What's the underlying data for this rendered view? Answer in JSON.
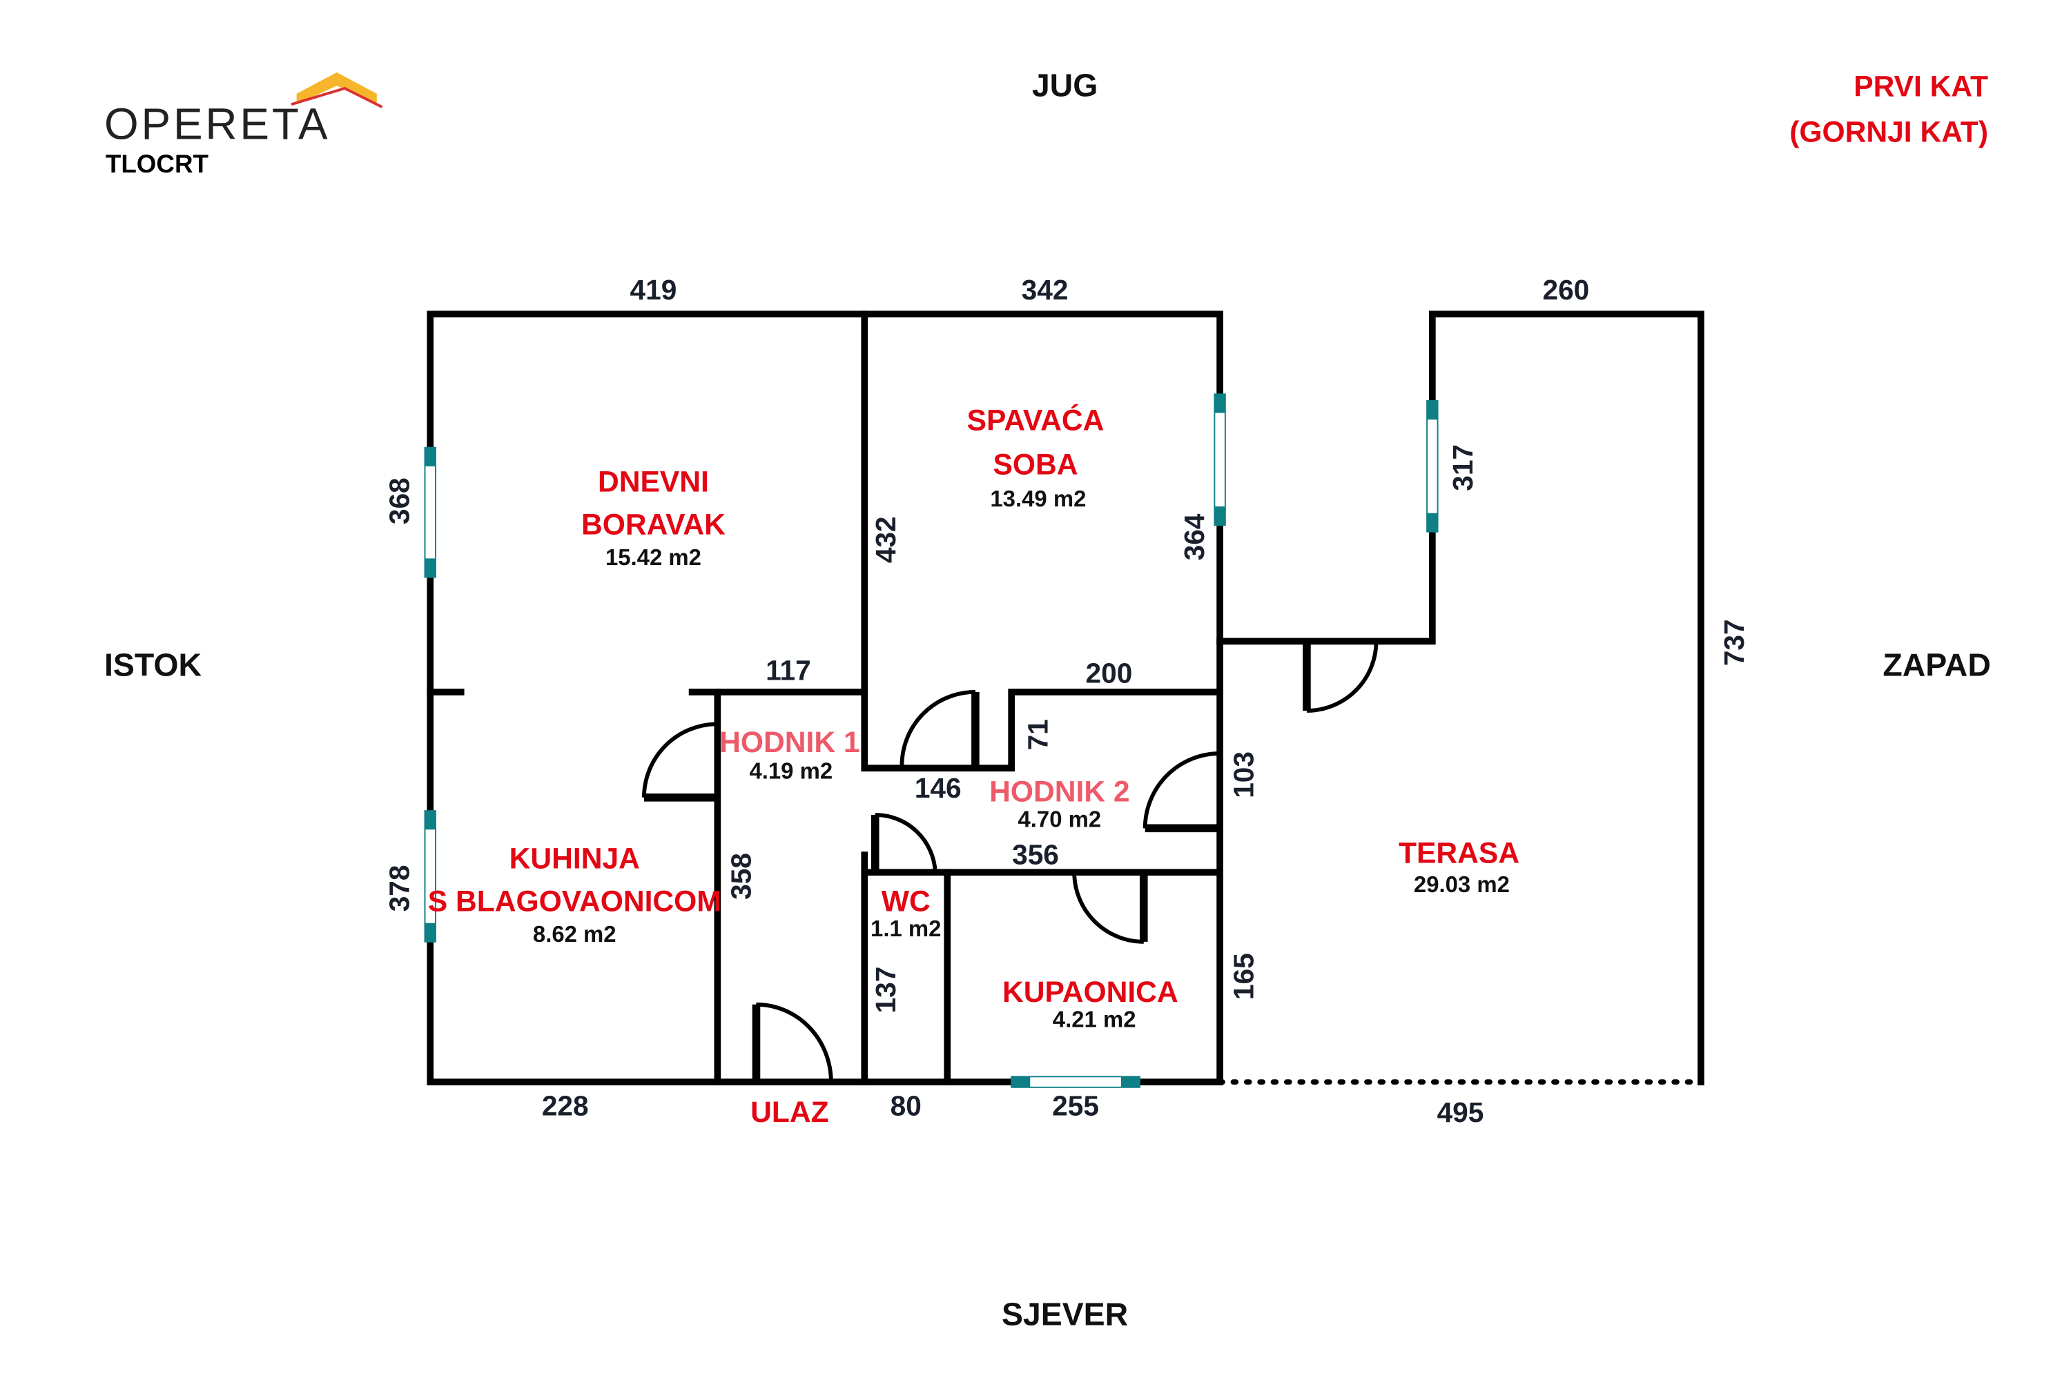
{
  "logo": {
    "brand": "OPERETA",
    "subtitle": "TLOCRT"
  },
  "floor_label": {
    "line1": "PRVI KAT",
    "line2": "(GORNJI KAT)"
  },
  "compass": {
    "south": "JUG",
    "north": "SJEVER",
    "east": "ISTOK",
    "west": "ZAPAD"
  },
  "colors": {
    "room_label": "#e30613",
    "hall_label": "#ee5a6a",
    "window": "#0f7f86",
    "logo_yellow": "#f7b52c"
  },
  "rooms": {
    "living": {
      "name1": "DNEVNI",
      "name2": "BORAVAK",
      "area": "15.42 m2"
    },
    "bedroom": {
      "name1": "SPAVAĆA",
      "name2": "SOBA",
      "area": "13.49 m2"
    },
    "kitchen": {
      "name1": "KUHINJA",
      "name2": "S BLAGOVAONICOM",
      "area": "8.62 m2"
    },
    "hall1": {
      "name": "HODNIK 1",
      "area": "4.19 m2"
    },
    "hall2": {
      "name": "HODNIK 2",
      "area": "4.70 m2"
    },
    "wc": {
      "name": "WC",
      "area": "1.1 m2"
    },
    "bathroom": {
      "name": "KUPAONICA",
      "area": "4.21 m2"
    },
    "terrace": {
      "name": "TERASA",
      "area": "29.03 m2"
    },
    "entrance": {
      "name": "ULAZ"
    }
  },
  "dimensions": {
    "top_living": "419",
    "top_bedroom": "342",
    "top_terrace": "260",
    "left_living": "368",
    "left_kitchen": "378",
    "living_bedroom_wall": "432",
    "bedroom_right": "364",
    "terrace_window": "317",
    "terrace_right": "737",
    "hall1_top": "117",
    "hall2_top": "200",
    "hall_step": "71",
    "hall_mid": "146",
    "hall2_right": "103",
    "hall2_bottom": "356",
    "hall1_left": "358",
    "wc_left": "137",
    "bath_right": "165",
    "bottom_kitchen": "228",
    "bottom_wc": "80",
    "bottom_bath": "255",
    "bottom_terrace": "495"
  }
}
